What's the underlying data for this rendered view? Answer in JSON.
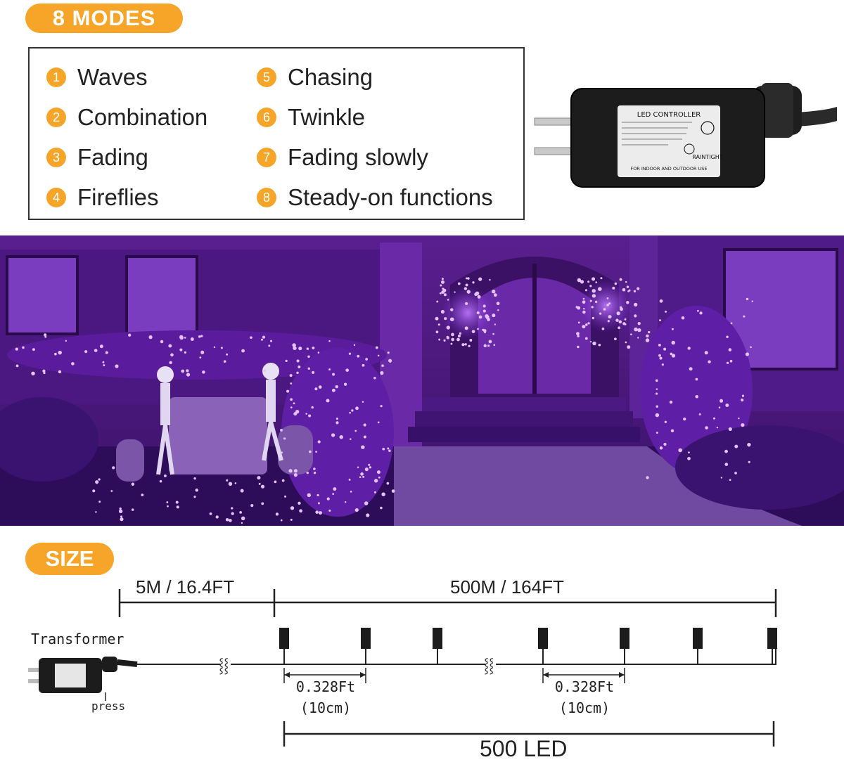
{
  "modes": {
    "pill_label": "8 MODES",
    "items": [
      {
        "num": "1",
        "label": "Waves"
      },
      {
        "num": "2",
        "label": "Combination"
      },
      {
        "num": "3",
        "label": "Fading"
      },
      {
        "num": "4",
        "label": "Fireflies"
      },
      {
        "num": "5",
        "label": "Chasing"
      },
      {
        "num": "6",
        "label": "Twinkle"
      },
      {
        "num": "7",
        "label": "Fading slowly"
      },
      {
        "num": "8",
        "label": "Steady-on functions"
      }
    ]
  },
  "controller": {
    "label_line1": "LED CONTROLLER",
    "label_line2": "RAINTIGHT",
    "label_line3": "FOR INDOOR AND OUTDOOR USE"
  },
  "size": {
    "pill_label": "SIZE",
    "lead_length": "5M / 16.4FT",
    "string_length": "500M / 164FT",
    "transformer_label": "Transformer",
    "press_label": "press",
    "spacing_ft": "0.328Ft",
    "spacing_cm": "(10cm)",
    "led_count": "500 LED"
  },
  "colors": {
    "accent": "#f7a528",
    "purple": "#8a2be2"
  }
}
